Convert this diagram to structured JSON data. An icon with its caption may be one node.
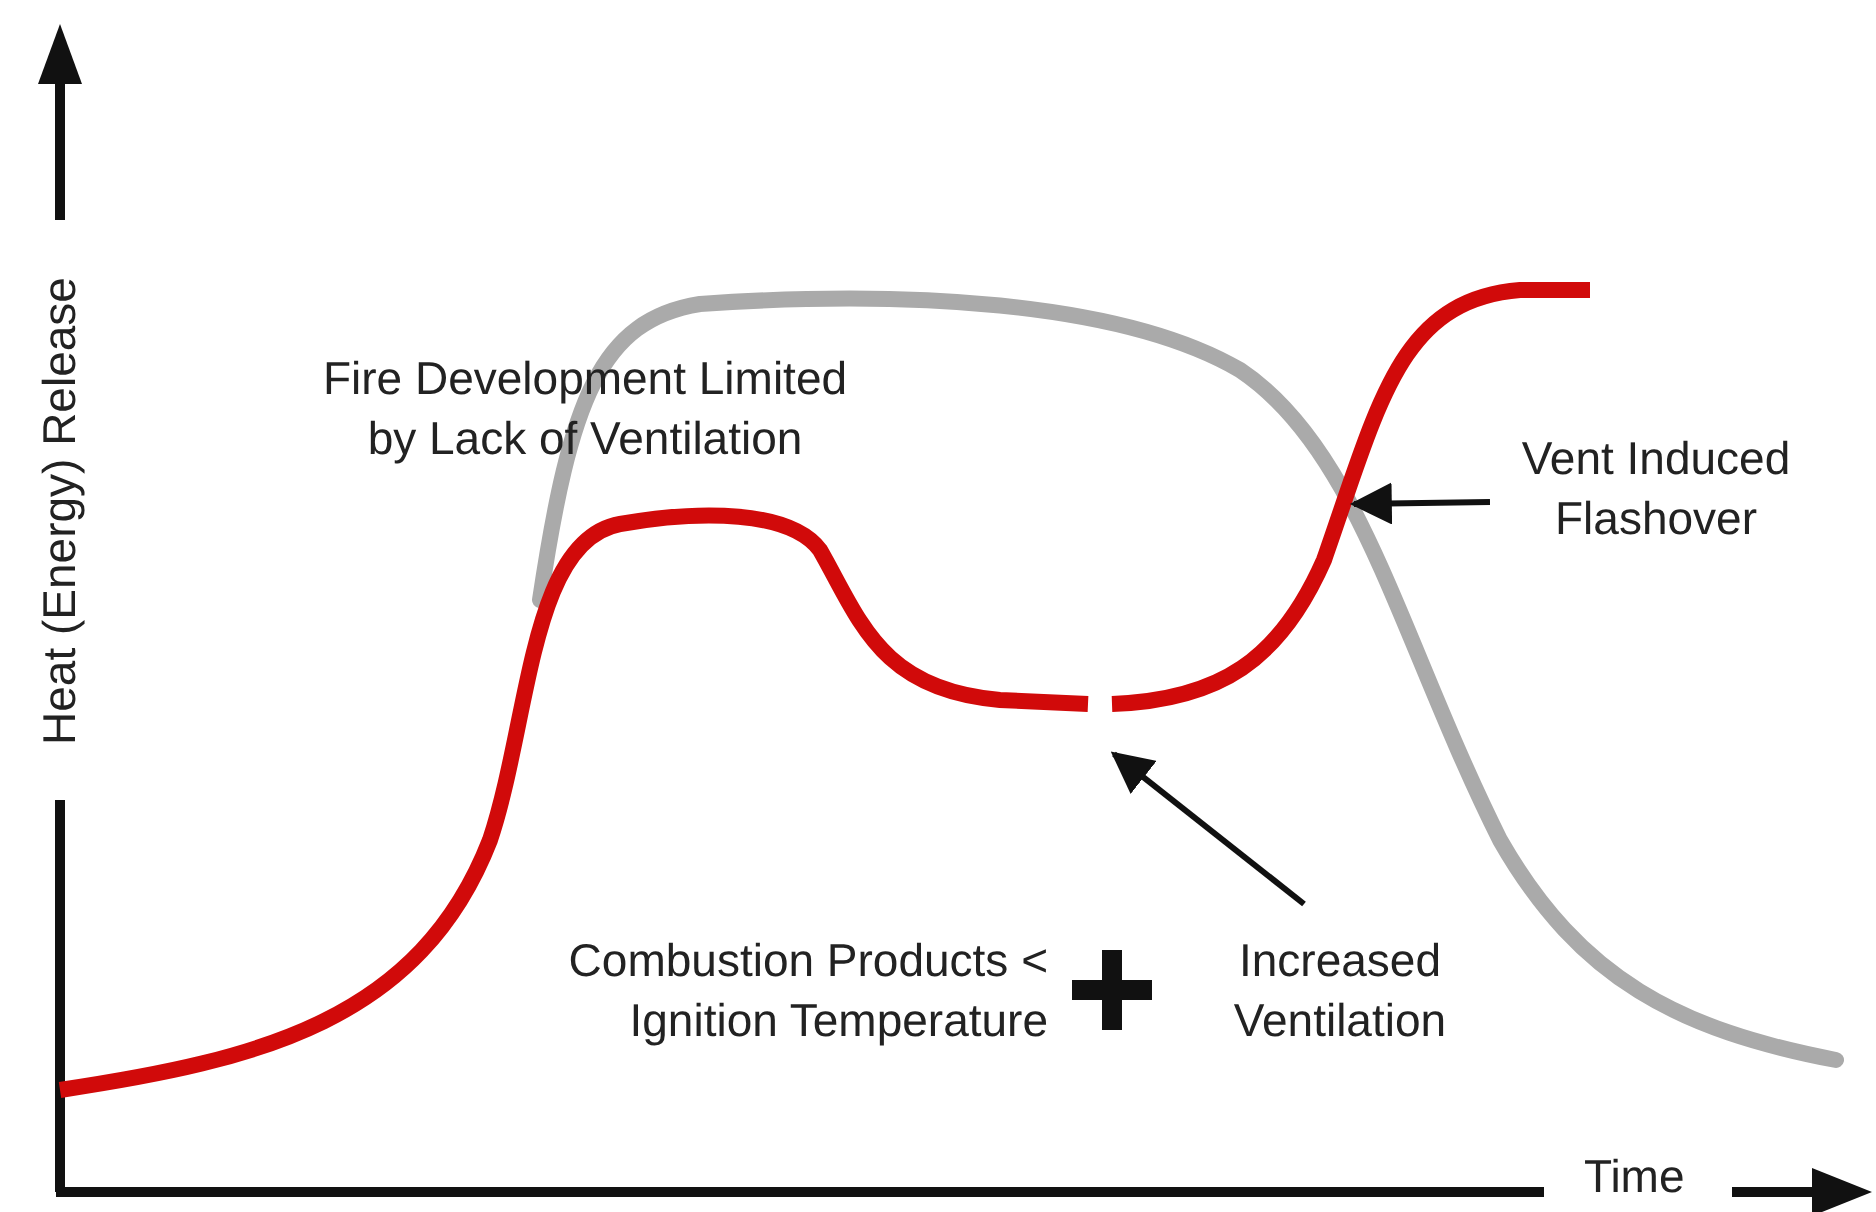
{
  "diagram": {
    "nodes": [
      {
        "text": [
          "Vent Induced Flashover"
        ]
      },
      {
        "text": [
          "Increased Ventilation"
        ]
      }
    ],
    "edges": [
      {
        "from": 0,
        "to": null,
        "arrow": "to"
      },
      {
        "from": 1,
        "to": null,
        "arrow": "to"
      }
    ],
    "labels": [
      "Heat (Energy) Release",
      "Fire Development Limited by Lack of Ventilation",
      "Combustion Products < Ignition Temperature",
      "Time"
    ]
  }
}
